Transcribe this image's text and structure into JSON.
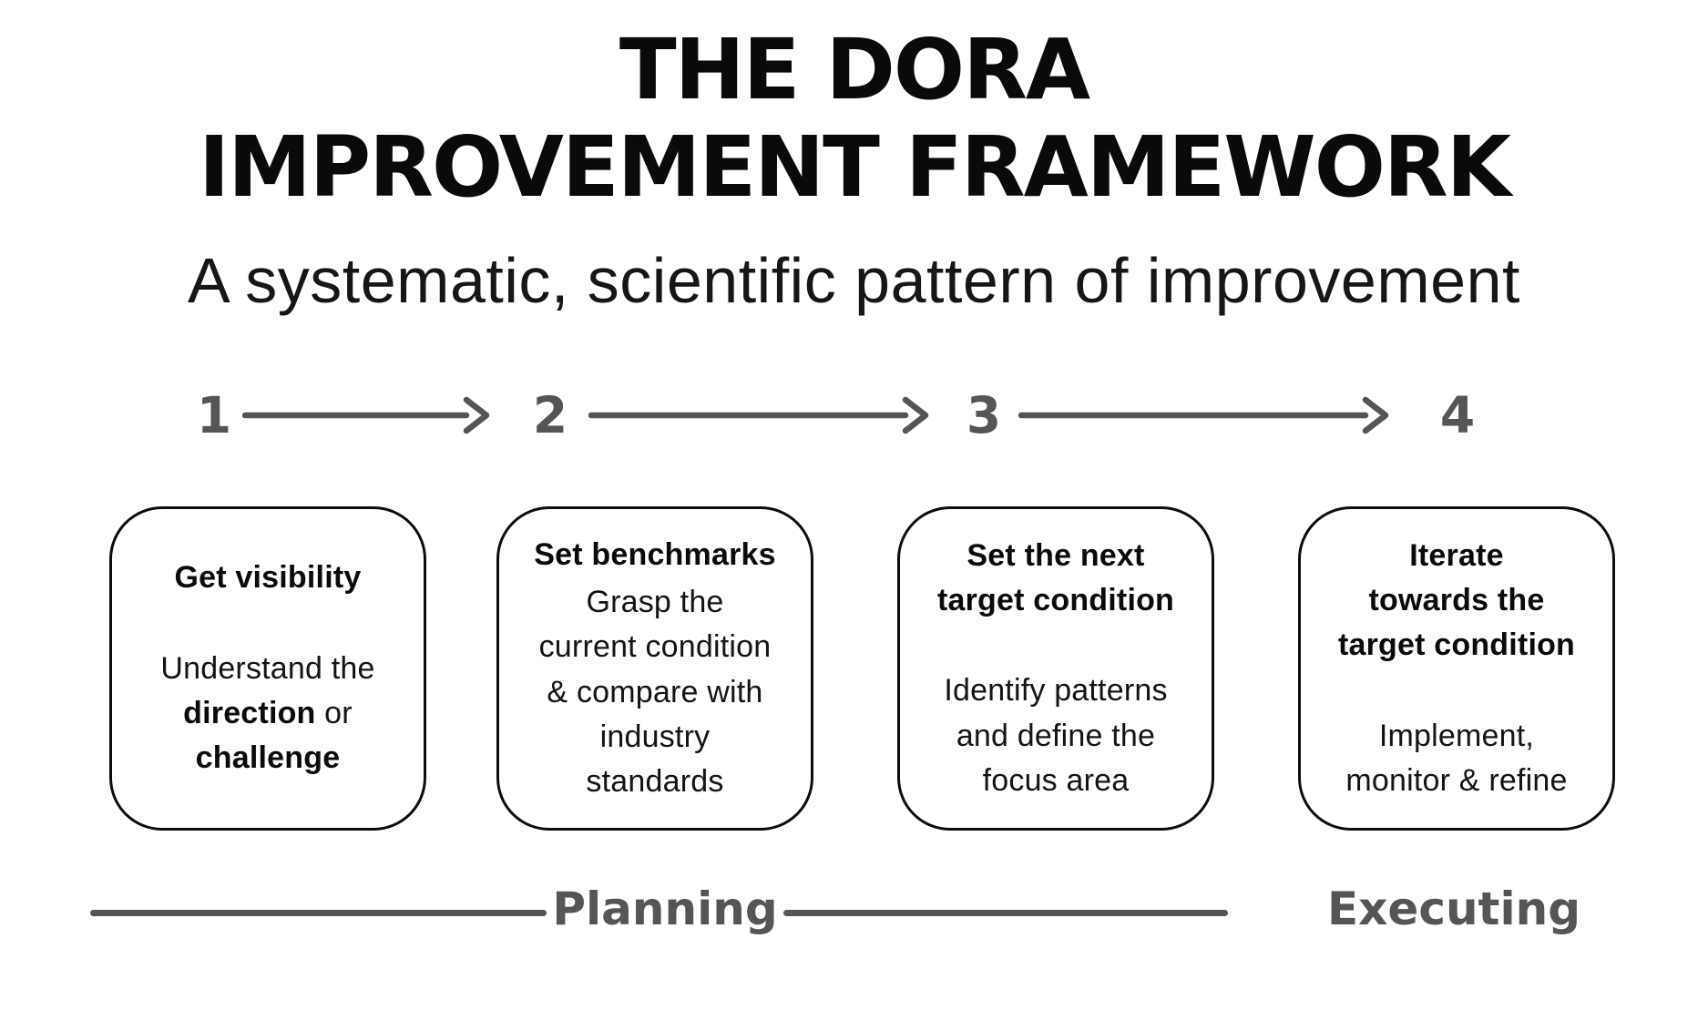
{
  "title": {
    "line1": "THE DORA",
    "line2": "IMPROVEMENT FRAMEWORK"
  },
  "subtitle": "A systematic, scientific pattern of improvement",
  "steps": [
    {
      "number": "1",
      "heading": "Get visibility",
      "body": [
        {
          "t": "Understand the\n"
        },
        {
          "t": "direction",
          "b": true
        },
        {
          "t": " or\n"
        },
        {
          "t": "challenge",
          "b": true
        }
      ]
    },
    {
      "number": "2",
      "heading": "Set benchmarks",
      "body": [
        {
          "t": "Grasp the\ncurrent condition\n& compare with\nindustry\nstandards"
        }
      ]
    },
    {
      "number": "3",
      "heading": "Set the next\ntarget condition",
      "body": [
        {
          "t": "Identify patterns\nand define the\nfocus area"
        }
      ]
    },
    {
      "number": "4",
      "heading": "Iterate\ntowards the\ntarget condition",
      "body": [
        {
          "t": "Implement,\nmonitor & refine"
        }
      ]
    }
  ],
  "phases": {
    "planning": "Planning",
    "executing": "Executing"
  },
  "colors": {
    "background": "#ffffff",
    "ink": "#0a0a0a",
    "muted": "#555555"
  }
}
